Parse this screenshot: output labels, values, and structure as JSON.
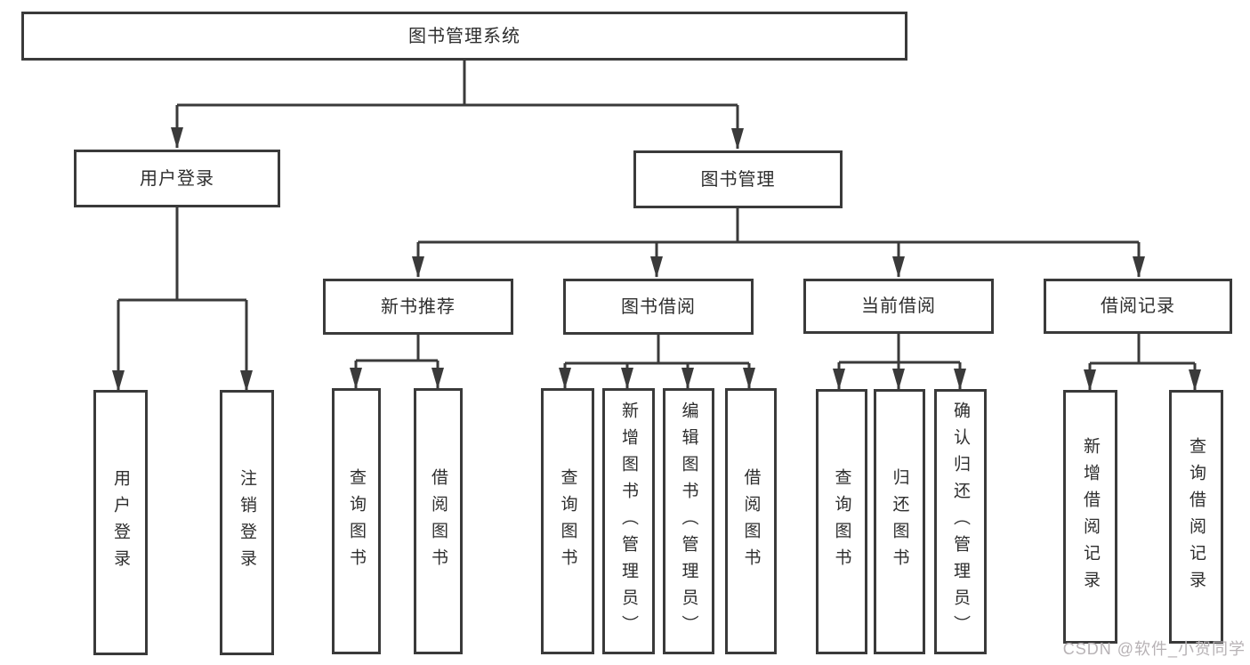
{
  "colors": {
    "line": "#3a3a3a",
    "text": "#2e2e2e",
    "background": "#ffffff",
    "watermark": "#b7b2b5"
  },
  "watermark": "CSDN @软件_小贺同学",
  "tree": {
    "label": "图书管理系统",
    "children": [
      {
        "label": "用户登录",
        "children": [
          {
            "label": "用户登录"
          },
          {
            "label": "注销登录"
          }
        ]
      },
      {
        "label": "图书管理",
        "children": [
          {
            "label": "新书推荐",
            "children": [
              {
                "label": "查询图书"
              },
              {
                "label": "借阅图书"
              }
            ]
          },
          {
            "label": "图书借阅",
            "children": [
              {
                "label": "查询图书"
              },
              {
                "label": "新增图书（管理员）"
              },
              {
                "label": "编辑图书（管理员）"
              },
              {
                "label": "借阅图书"
              }
            ]
          },
          {
            "label": "当前借阅",
            "children": [
              {
                "label": "查询图书"
              },
              {
                "label": "归还图书"
              },
              {
                "label": "确认归还（管理员）"
              }
            ]
          },
          {
            "label": "借阅记录",
            "children": [
              {
                "label": "新增借阅记录"
              },
              {
                "label": "查询借阅记录"
              }
            ]
          }
        ]
      }
    ]
  }
}
